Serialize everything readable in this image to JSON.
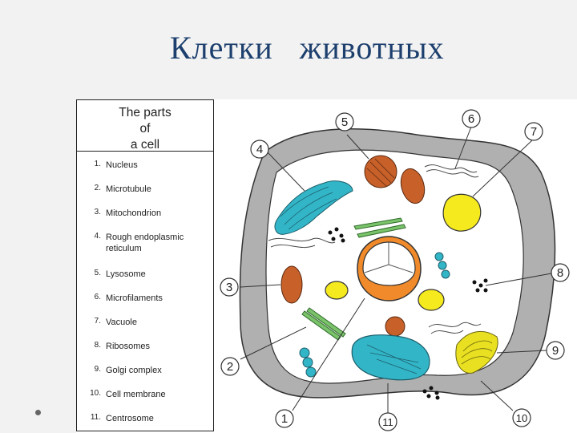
{
  "slide": {
    "title": "Клетки   животных"
  },
  "legend": {
    "heading_line1": "The parts",
    "heading_line2": "of",
    "heading_line3": "a cell",
    "items": [
      {
        "num": "1.",
        "label": "Nucleus"
      },
      {
        "num": "2.",
        "label": "Microtubule"
      },
      {
        "num": "3.",
        "label": "Mitochondrion"
      },
      {
        "num": "4.",
        "label": "Rough endoplasmic reticulum"
      },
      {
        "num": "5.",
        "label": "Lysosome"
      },
      {
        "num": "6.",
        "label": "Microfilaments"
      },
      {
        "num": "7.",
        "label": "Vacuole"
      },
      {
        "num": "8.",
        "label": "Ribosomes"
      },
      {
        "num": "9.",
        "label": "Golgi complex"
      },
      {
        "num": "10.",
        "label": "Cell membrane"
      },
      {
        "num": "11.",
        "label": "Centrosome"
      }
    ]
  },
  "callouts": [
    "1",
    "2",
    "3",
    "4",
    "5",
    "6",
    "7",
    "8",
    "9",
    "10",
    "11"
  ],
  "colors": {
    "title": "#1c3f6e",
    "membrane": "#b0b0b0",
    "cytoplasm": "#ffffff",
    "nucleus": "#f08a2a",
    "mitochondrion": "#c8602a",
    "er": "#33b5c8",
    "vacuole": "#f5ea1e",
    "microtubule": "#7ac36a",
    "centrosome": "#33b5c8",
    "golgi": "#e8e020"
  }
}
